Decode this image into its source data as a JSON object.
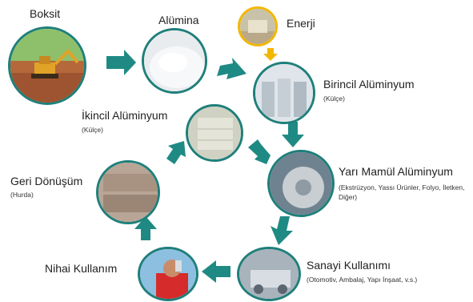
{
  "nodes": {
    "boksit": {
      "title": "Boksit"
    },
    "alumina": {
      "title": "Alümina"
    },
    "enerji": {
      "title": "Enerji"
    },
    "birincil": {
      "title": "Birincil Alüminyum",
      "sub": "(Külçe)"
    },
    "ikincil": {
      "title": "İkincil Alüminyum",
      "sub": "(Külçe)"
    },
    "yari_mamul": {
      "title": "Yarı Mamül Alüminyum",
      "sub": "(Ekstrüzyon, Yassı Ürünler, Folyo, İletken, Diğer)"
    },
    "geri_donusum": {
      "title": "Geri Dönüşüm",
      "sub": "(Hurda)"
    },
    "sanayi": {
      "title": "Sanayi Kullanımı",
      "sub": "(Otomotiv, Ambalaj, Yapı İnşaat, v.s.)"
    },
    "nihai": {
      "title": "Nihai Kullanım"
    }
  },
  "colors": {
    "arrow": "#1f8a84",
    "ring": "#1f7f7a",
    "energy_ring": "#f2b705",
    "energy_arrow": "#f2b705"
  }
}
